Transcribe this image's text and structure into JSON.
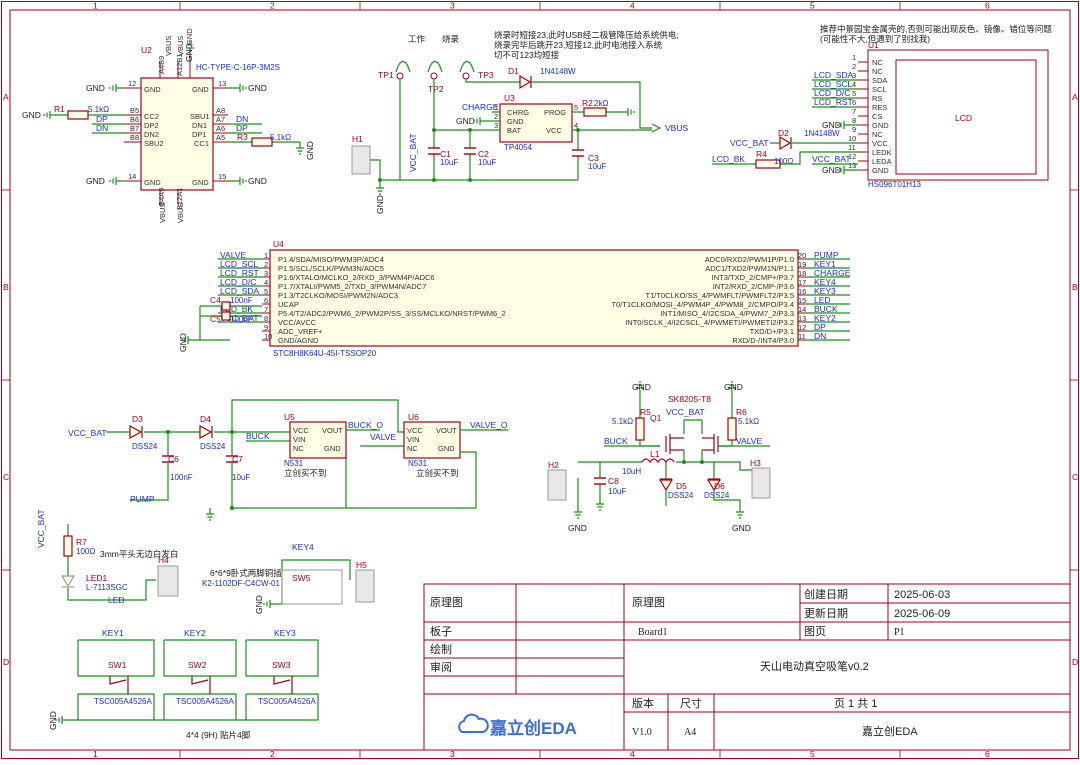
{
  "colors": {
    "wire": "#1a8f1a",
    "body": "#a0001a",
    "net": "#1a2fd0",
    "text": "#202020",
    "logo": "#3b6fd4"
  },
  "sheet": {
    "cols": [
      "1",
      "2",
      "3",
      "4",
      "5",
      "6"
    ],
    "rows": [
      "A",
      "B",
      "C",
      "D"
    ]
  },
  "notes": {
    "tp_top1": "工作",
    "tp_top2": "烧录",
    "flash_note": [
      "烧录时短接23,此时USB经二极管降压给系统供电;",
      "烧录完毕后跳开23,短接12,此时电池接入系统",
      "切不可123均短接"
    ],
    "lcd_note": [
      "推荐中景园宝金属壳的,否则可能出现反色、镜像、错位等问题",
      "(可能性不大,但遇到了别找我)"
    ],
    "led_note": "3mm平头无边白发白",
    "sw5_note": [
      "6*6*9卧式两脚铜插",
      "K2-1102DF-C4CW-01"
    ],
    "key_note": "4*4 (9H) 贴片4脚"
  },
  "components": {
    "u2": {
      "des": "U2",
      "val": "HC-TYPE-C-16P-3M2S",
      "pins_left": [
        {
          "n": "12",
          "name": "GND"
        },
        {
          "n": "B5",
          "name": "CC2"
        },
        {
          "n": "B6",
          "name": "DP2"
        },
        {
          "n": "B7",
          "name": "DN2"
        },
        {
          "n": "B8",
          "name": "SBU2"
        },
        {
          "n": "14",
          "name": "GND"
        }
      ],
      "pins_right": [
        {
          "n": "13",
          "name": "GND"
        },
        {
          "n": "A8",
          "name": "SBU1"
        },
        {
          "n": "A7",
          "name": "DN1"
        },
        {
          "n": "A6",
          "name": "DP1"
        },
        {
          "n": "A5",
          "name": "CC1"
        },
        {
          "n": "15",
          "name": "GND"
        }
      ],
      "top": [
        "VBUS",
        "A4B9",
        "VBUS",
        "A12B1",
        "GND"
      ],
      "bot": [
        "VBUS",
        "B4A9",
        "VBUS",
        "B12A1"
      ]
    },
    "r1": {
      "des": "R1",
      "val": "5.1kΩ"
    },
    "r3": {
      "des": "R3",
      "val": "5.1kΩ"
    },
    "u3": {
      "des": "U3",
      "val": "TP4054",
      "pins": [
        {
          "n": "1",
          "name": "CHRG"
        },
        {
          "n": "2",
          "name": "GND"
        },
        {
          "n": "3",
          "name": "BAT"
        },
        {
          "n": "5",
          "name": "PROG"
        },
        {
          "n": "4",
          "name": "VCC"
        }
      ]
    },
    "r2": {
      "des": "R2",
      "val": "2kΩ"
    },
    "d1": {
      "des": "D1",
      "val": "1N4148W"
    },
    "d2": {
      "des": "D2",
      "val": "1N4148W"
    },
    "c1": {
      "des": "C1",
      "val": "10uF"
    },
    "c2": {
      "des": "C2",
      "val": "10uF"
    },
    "c3": {
      "des": "C3",
      "val": "10uF"
    },
    "tp": [
      "TP1",
      "TP2",
      "TP3"
    ],
    "h1": "H1",
    "u1": {
      "des": "U1",
      "val": "HS096T01H13",
      "body": "LCD",
      "pins": [
        {
          "n": "1",
          "name": "NC"
        },
        {
          "n": "2",
          "name": "NC"
        },
        {
          "n": "3",
          "name": "SDA"
        },
        {
          "n": "4",
          "name": "SCL"
        },
        {
          "n": "5",
          "name": "RS"
        },
        {
          "n": "6",
          "name": "RES"
        },
        {
          "n": "7",
          "name": "CS"
        },
        {
          "n": "8",
          "name": "GND"
        },
        {
          "n": "9",
          "name": "NC"
        },
        {
          "n": "10",
          "name": "VCC"
        },
        {
          "n": "11",
          "name": "LEDK"
        },
        {
          "n": "12",
          "name": "LEDA"
        },
        {
          "n": "13",
          "name": "GND"
        }
      ]
    },
    "r4": {
      "des": "R4",
      "val": "100Ω"
    },
    "u4": {
      "des": "U4",
      "val": "STC8H8K64U-45I-TSSOP20",
      "left": [
        {
          "n": "1",
          "name": "P1.4/SDA/MISO/PWM3P/ADC4"
        },
        {
          "n": "2",
          "name": "P1.5/SCL/SCLK/PWM3N/ADC5"
        },
        {
          "n": "3",
          "name": "P1.6/XTALO/MCLKO_2/RXD_3/PWM4P/ADC6"
        },
        {
          "n": "4",
          "name": "P1.7/XTALI/PWM5_2/TXD_3/PWM4N/ADC7"
        },
        {
          "n": "5",
          "name": "P1.3/T2CLKO/MOSI/PWM2N/ADC3"
        },
        {
          "n": "6",
          "name": "UCAP"
        },
        {
          "n": "7",
          "name": "P5.4/T2/ADC2/PWM6_2/PWM2P/SS_3/SS/MCLKO/NRST/PWM6_2"
        },
        {
          "n": "8",
          "name": "VCC/AVCC"
        },
        {
          "n": "9",
          "name": "ADC_VREF+"
        },
        {
          "n": "10",
          "name": "GND/AGND"
        }
      ],
      "right": [
        {
          "n": "20",
          "name": "ADC0/RXD2/PWM1P/P1.0"
        },
        {
          "n": "19",
          "name": "ADC1/TXD2/PWM1N/P1.1"
        },
        {
          "n": "18",
          "name": "INT3/TXD_2/CMP+/P3.7"
        },
        {
          "n": "17",
          "name": "INT2/RXD_2/CMP-/P3.6"
        },
        {
          "n": "16",
          "name": "T1/T0CLKO/SS_4/PWMFLT/PWMFLT2/P3.5"
        },
        {
          "n": "15",
          "name": "T0/T1CLKO/MOSI_4/PWM4P_4/PWM8_2/CMPO/P3.4"
        },
        {
          "n": "14",
          "name": "INT1/MISO_4/I2CSDA_4/PWM7_2/P3.3"
        },
        {
          "n": "13",
          "name": "INT0/SCLK_4/I2CSCL_4/PWMETI/PWMETI2/P3.2"
        },
        {
          "n": "12",
          "name": "TXD/D+/P3.1"
        },
        {
          "n": "11",
          "name": "RXD/D-/INT4/P3.0"
        }
      ],
      "left_nets": [
        "VALVE",
        "LCD_SCL",
        "LCD_RST",
        "LCD_D/C",
        "LCD_SDA",
        "",
        "LCD_BK",
        "VCC_BAT"
      ],
      "right_nets": [
        "PUMP",
        "KEY1",
        "CHARGE",
        "KEY4",
        "KEY3",
        "LED",
        "BUCK",
        "KEY2",
        "DP",
        "DN"
      ]
    },
    "c4": {
      "des": "C4",
      "val": "100nF"
    },
    "c5": {
      "des": "C5",
      "val": "100nF"
    },
    "d3": {
      "des": "D3",
      "val": "DSS24"
    },
    "d4": {
      "des": "D4",
      "val": "DSS24"
    },
    "c6": {
      "des": "C6",
      "val": "100nF"
    },
    "c7": {
      "des": "C7",
      "val": "10uF"
    },
    "u5": {
      "des": "U5",
      "val": "N531",
      "note": "立创买不到",
      "pins": [
        {
          "n": "1",
          "name": "VCC"
        },
        {
          "n": "2",
          "name": "VIN"
        },
        {
          "n": "3",
          "name": "NC"
        },
        {
          "n": "5",
          "name": "VOUT"
        },
        {
          "n": "4",
          "name": "GND"
        }
      ]
    },
    "u6": {
      "des": "U6",
      "val": "N531",
      "note": "立创买不到",
      "pins": [
        {
          "n": "1",
          "name": "VCC"
        },
        {
          "n": "2",
          "name": "VIN"
        },
        {
          "n": "3",
          "name": "NC"
        },
        {
          "n": "5",
          "name": "VOUT"
        },
        {
          "n": "4",
          "name": "GND"
        }
      ]
    },
    "q1": {
      "des": "Q1",
      "val": "SK8205-T8"
    },
    "r5": {
      "des": "R5",
      "val": "5.1kΩ"
    },
    "r6": {
      "des": "R6",
      "val": "5.1kΩ"
    },
    "l1": {
      "des": "L1",
      "val": "10uH"
    },
    "c8": {
      "des": "C8",
      "val": "10uF"
    },
    "d5": {
      "des": "D5",
      "val": "DSS24"
    },
    "d6": {
      "des": "D6",
      "val": "DSS24"
    },
    "h2": "H2",
    "h3": "H3",
    "h4": "H4",
    "h5": "H5",
    "r7": {
      "des": "R7",
      "val": "100Ω"
    },
    "led1": {
      "des": "LED1",
      "val": "L-7113SGC"
    },
    "sw5": "SW5",
    "sw1": {
      "des": "SW1",
      "val": "TSC005A4526A"
    },
    "sw2": {
      "des": "SW2",
      "val": "TSC005A4526A"
    },
    "sw3": {
      "des": "SW3",
      "val": "TSC005A4526A"
    }
  },
  "nets": {
    "gnd": "GND",
    "dp": "DP",
    "dn": "DN",
    "vbus": "VBUS",
    "vcc_bat": "VCC_BAT",
    "charge": "CHARGE",
    "lcd_sda": "LCD_SDA",
    "lcd_scl": "LCD_SCL",
    "lcd_dc": "LCD_D/C",
    "lcd_rst": "LCD_RST",
    "lcd_bk": "LCD_BK",
    "buck": "BUCK",
    "buck_o": "BUCK_O",
    "valve": "VALVE",
    "valve_o": "VALVE_O",
    "pump": "PUMP",
    "led": "LED",
    "key1": "KEY1",
    "key2": "KEY2",
    "key3": "KEY3",
    "key4": "KEY4"
  },
  "title_block": {
    "sheet_label": "原理图",
    "sheet_value": "原理图",
    "board_label": "板子",
    "board_value": "Board1",
    "draw_label": "绘制",
    "review_label": "审阅",
    "created_label": "创建日期",
    "created_value": "2025-06-03",
    "updated_label": "更新日期",
    "updated_value": "2025-06-09",
    "page_label": "图页",
    "page_value": "P1",
    "project": "天山电动真空吸笔v0.2",
    "version_label": "版本",
    "version_value": "V1.0",
    "size_label": "尺寸",
    "size_value": "A4",
    "pages_text": "页    1    共    1",
    "company": "嘉立创EDA",
    "logo_text": "嘉立创EDA"
  }
}
